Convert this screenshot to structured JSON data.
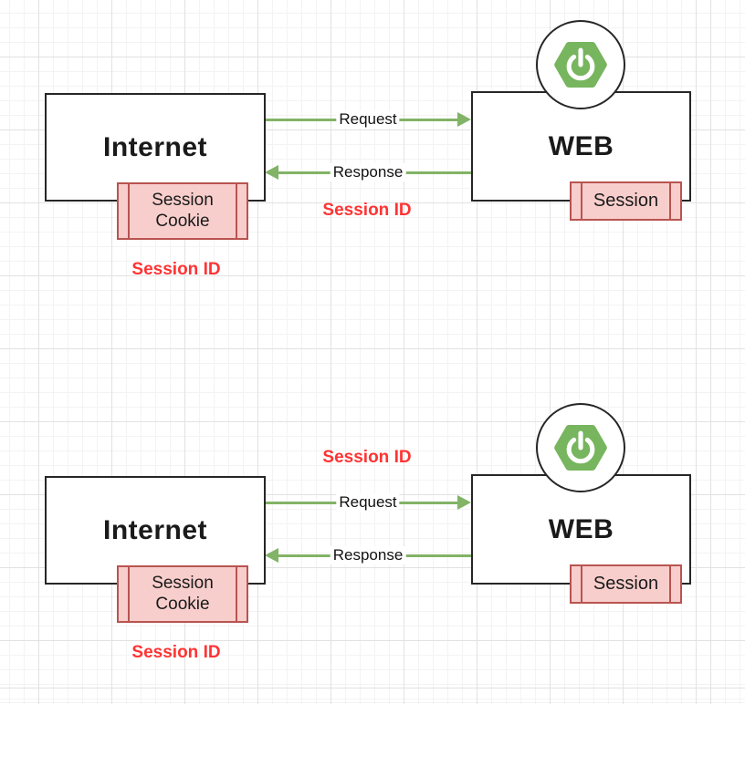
{
  "colors": {
    "arrow_green": "#82b366",
    "spring_green": "#77b55e",
    "process_fill": "#f8cecc",
    "process_stroke": "#b85450",
    "annotation_red": "#ff3333",
    "node_stroke": "#262626"
  },
  "diagrams": [
    {
      "client_label": "Internet",
      "server_label": "WEB",
      "server_icon": "spring-boot-icon",
      "request_label": "Request",
      "response_label": "Response",
      "exchange_annotation": "Session ID",
      "client_store_lines": [
        "Session",
        "Cookie"
      ],
      "client_annotation": "Session ID",
      "server_store_label": "Session"
    },
    {
      "client_label": "Internet",
      "server_label": "WEB",
      "server_icon": "spring-boot-icon",
      "request_label": "Request",
      "response_label": "Response",
      "exchange_annotation": "Session ID",
      "client_store_lines": [
        "Session",
        "Cookie"
      ],
      "client_annotation": "Session ID",
      "server_store_label": "Session"
    }
  ]
}
